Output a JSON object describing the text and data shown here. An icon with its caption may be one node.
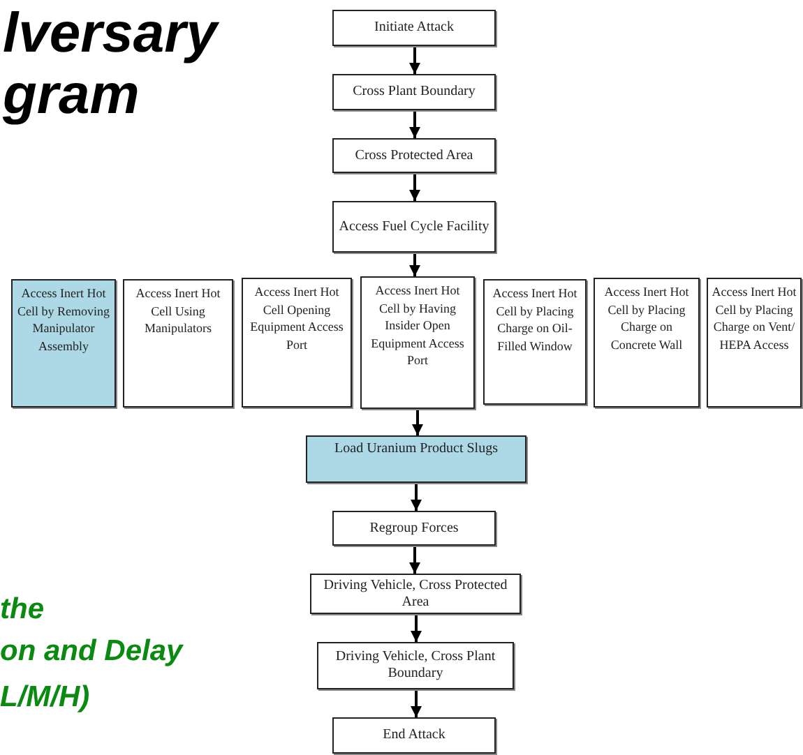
{
  "diagram": {
    "title": "lversary gram",
    "nodes": [
      {
        "text": [
          "Initiate Attack"
        ]
      },
      {
        "text": [
          "Cross Plant Boundary"
        ]
      },
      {
        "text": [
          "Cross Protected Area"
        ]
      },
      {
        "text": [
          "Access Fuel Cycle Facility"
        ]
      },
      {
        "text": [
          "Access Inert Hot Cell by Removing Manipulator Assembly"
        ]
      },
      {
        "text": [
          "Access Inert Hot Cell Using Manipulators"
        ]
      },
      {
        "text": [
          "Access Inert Hot Cell Opening Equipment Access Port"
        ]
      },
      {
        "text": [
          "Access Inert Hot Cell by Having Insider Open Equipment Access Port"
        ]
      },
      {
        "text": [
          "Access Inert Hot Cell by Placing Charge on Oil-Filled Window"
        ]
      },
      {
        "text": [
          "Access Inert Hot Cell by Placing Charge on Concrete Wall"
        ]
      },
      {
        "text": [
          "Access Inert Hot Cell by Placing Charge on Vent/ HEPA Access"
        ]
      },
      {
        "text": [
          "Load Uranium Product Slugs"
        ]
      },
      {
        "text": [
          "Regroup Forces"
        ]
      },
      {
        "text": [
          "Driving Vehicle, Cross Protected Area"
        ]
      },
      {
        "text": [
          "Driving Vehicle, Cross Plant Boundary"
        ]
      },
      {
        "text": [
          "End Attack"
        ]
      }
    ],
    "edges": [
      {
        "from": 0,
        "to": 1,
        "arrow": "to"
      },
      {
        "from": 1,
        "to": 2,
        "arrow": "to"
      },
      {
        "from": 2,
        "to": 3,
        "arrow": "to"
      },
      {
        "from": 3,
        "to": 7,
        "arrow": "to"
      },
      {
        "from": 7,
        "to": 11,
        "arrow": "to"
      },
      {
        "from": 11,
        "to": 12,
        "arrow": "to"
      },
      {
        "from": 12,
        "to": 13,
        "arrow": "to"
      },
      {
        "from": 13,
        "to": 14,
        "arrow": "to"
      },
      {
        "from": 14,
        "to": 15,
        "arrow": "to"
      }
    ],
    "labels": [
      "the",
      "on and Delay",
      "L/M/H)"
    ]
  }
}
